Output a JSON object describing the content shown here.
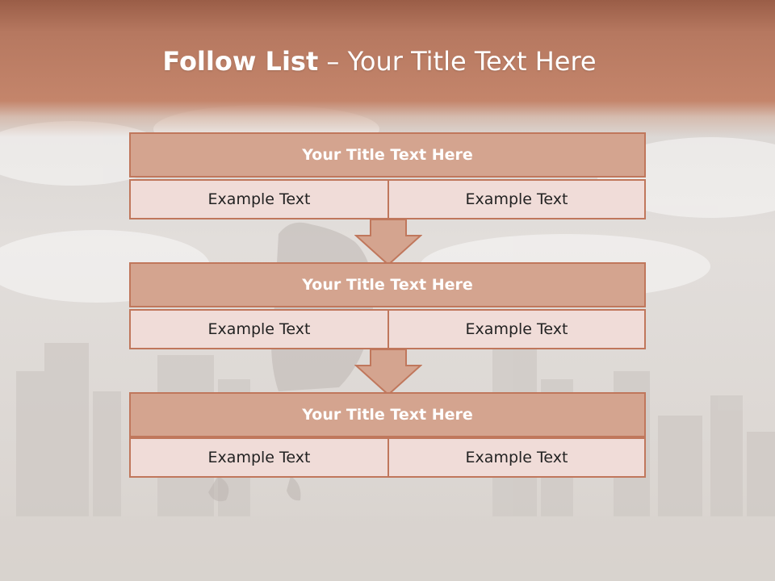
{
  "slide": {
    "title_bold": "Follow List",
    "title_separator": " – ",
    "title_rest": "Your Title Text Here"
  },
  "blocks": [
    {
      "title": "Your Title Text Here",
      "left_text": "Example Text",
      "right_text": "Example Text"
    },
    {
      "title": "Your Title Text Here",
      "left_text": "Example Text",
      "right_text": "Example Text"
    },
    {
      "title": "Your Title Text Here",
      "left_text": "Example Text",
      "right_text": "Example Text"
    }
  ],
  "colors": {
    "header": "#b67860",
    "block_title_fill": "#d4a48f",
    "cell_fill": "#f0dcd8",
    "border": "#c0775c"
  }
}
